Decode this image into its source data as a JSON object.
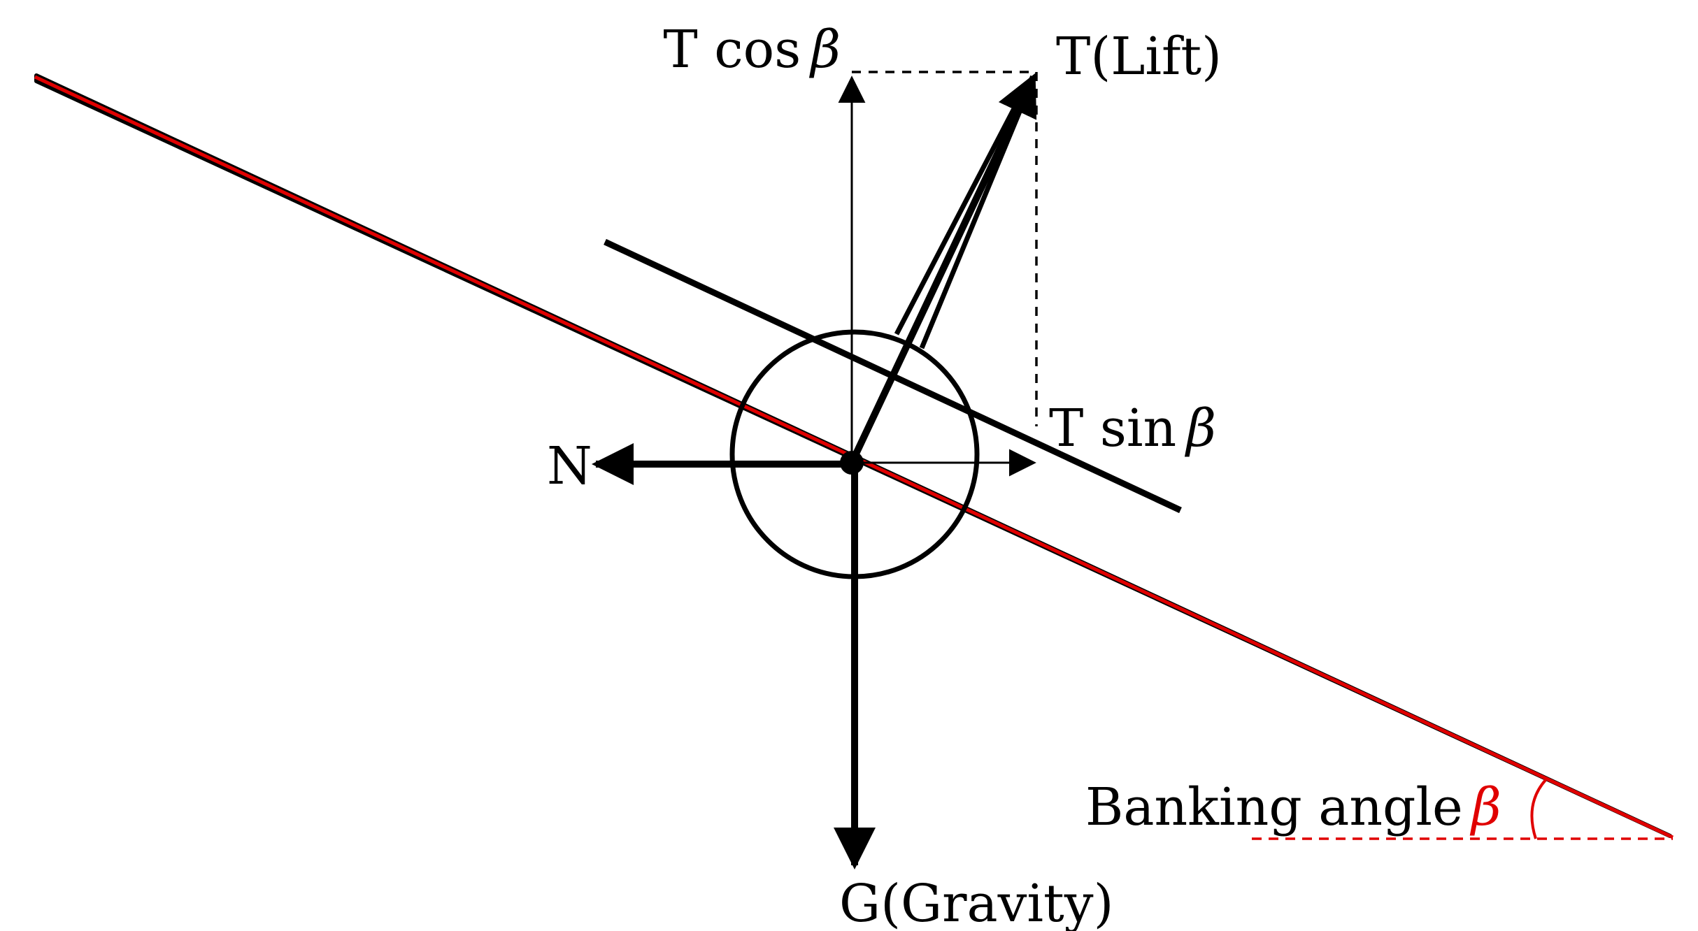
{
  "labels": {
    "t_cos": {
      "prefix": "T cos",
      "symbol": "β"
    },
    "t_lift": "T(Lift)",
    "t_sin": {
      "prefix": "T sin",
      "symbol": "β"
    },
    "n": "N",
    "gravity": "G(Gravity)",
    "banking": {
      "text": "Banking angle",
      "symbol": "β"
    }
  },
  "colors": {
    "line": "#000000",
    "wing_center": "#e00000",
    "angle": "#e00000"
  }
}
